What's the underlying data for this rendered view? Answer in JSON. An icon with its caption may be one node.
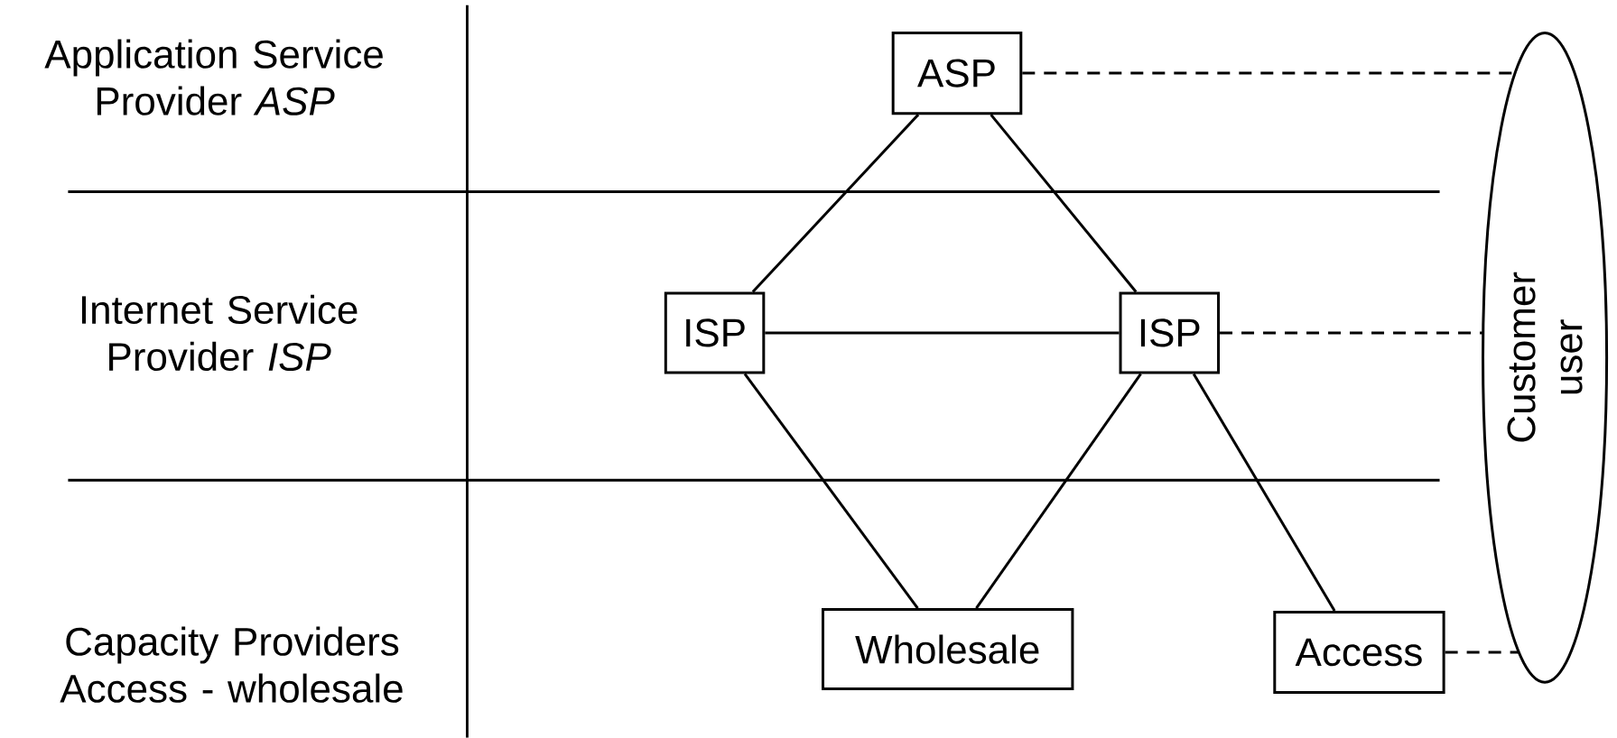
{
  "diagram": {
    "nodes": [
      {
        "text": [
          "ASP"
        ]
      },
      {
        "text": [
          "ISP"
        ]
      },
      {
        "text": [
          "ISP"
        ]
      },
      {
        "text": [
          "Wholesale"
        ]
      },
      {
        "text": [
          "Access"
        ]
      },
      {
        "text": [
          "Customer user"
        ]
      }
    ],
    "edges": [
      {
        "from": 0,
        "to": 1,
        "arrow": "none"
      },
      {
        "from": 0,
        "to": 2,
        "arrow": "none"
      },
      {
        "from": 1,
        "to": 2,
        "arrow": "none"
      },
      {
        "from": 1,
        "to": 3,
        "arrow": "none"
      },
      {
        "from": 2,
        "to": 3,
        "arrow": "none"
      },
      {
        "from": 2,
        "to": 4,
        "arrow": "none"
      },
      {
        "from": 0,
        "to": 5,
        "arrow": "none",
        "style": "dashed"
      },
      {
        "from": 2,
        "to": 5,
        "arrow": "none",
        "style": "dashed"
      },
      {
        "from": 4,
        "to": 5,
        "arrow": "none",
        "style": "dashed"
      }
    ],
    "labels": [
      "Application Service Provider *ASP*",
      "Internet Service Provider *ISP*",
      "Capacity Providers Access - wholesale"
    ]
  }
}
